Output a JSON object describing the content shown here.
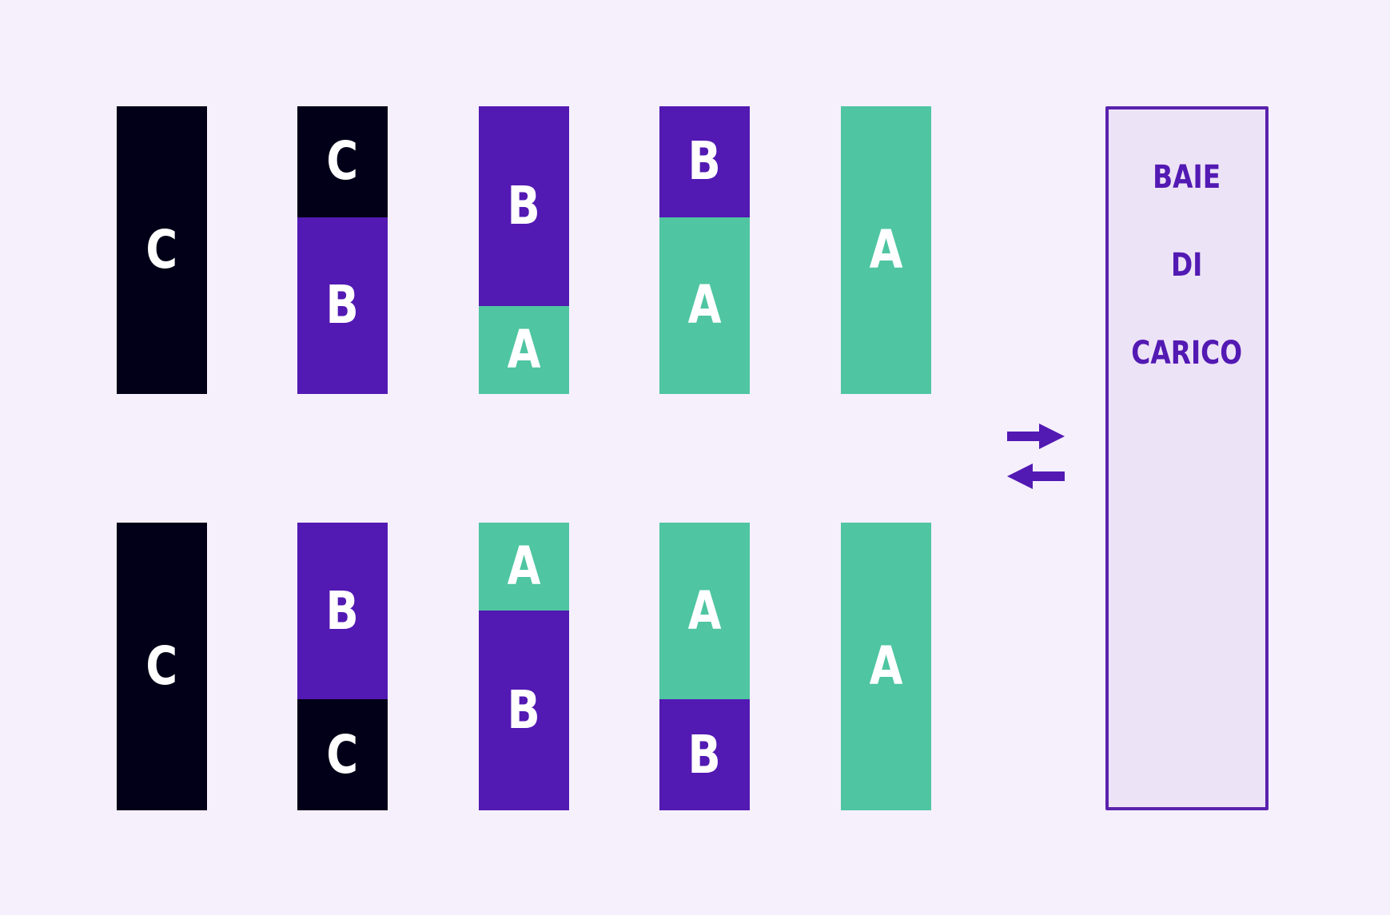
{
  "colors": {
    "background": "#f5f0fc",
    "C": "#010018",
    "B": "#5319b3",
    "A": "#4fc5a2",
    "bay_border": "#5a22ad",
    "bay_fill": "#ede3f6",
    "text": "#ffffff"
  },
  "top_row": [
    {
      "segments": [
        {
          "label": "C",
          "share": 1.0
        }
      ]
    },
    {
      "segments": [
        {
          "label": "C",
          "share": 0.385
        },
        {
          "label": "B",
          "share": 0.615
        }
      ]
    },
    {
      "segments": [
        {
          "label": "B",
          "share": 0.695
        },
        {
          "label": "A",
          "share": 0.305
        }
      ]
    },
    {
      "segments": [
        {
          "label": "B",
          "share": 0.385
        },
        {
          "label": "A",
          "share": 0.615
        }
      ]
    },
    {
      "segments": [
        {
          "label": "A",
          "share": 1.0
        }
      ]
    }
  ],
  "bottom_row": [
    {
      "segments": [
        {
          "label": "C",
          "share": 1.0
        }
      ]
    },
    {
      "segments": [
        {
          "label": "B",
          "share": 0.615
        },
        {
          "label": "C",
          "share": 0.385
        }
      ]
    },
    {
      "segments": [
        {
          "label": "A",
          "share": 0.305
        },
        {
          "label": "B",
          "share": 0.695
        }
      ]
    },
    {
      "segments": [
        {
          "label": "A",
          "share": 0.615
        },
        {
          "label": "B",
          "share": 0.385
        }
      ]
    },
    {
      "segments": [
        {
          "label": "A",
          "share": 1.0
        }
      ]
    }
  ],
  "loading_bay": {
    "label": "BAIE\n\nDI\n\nCARICO"
  },
  "arrows": {
    "icon": "bidirectional-arrows-icon"
  }
}
